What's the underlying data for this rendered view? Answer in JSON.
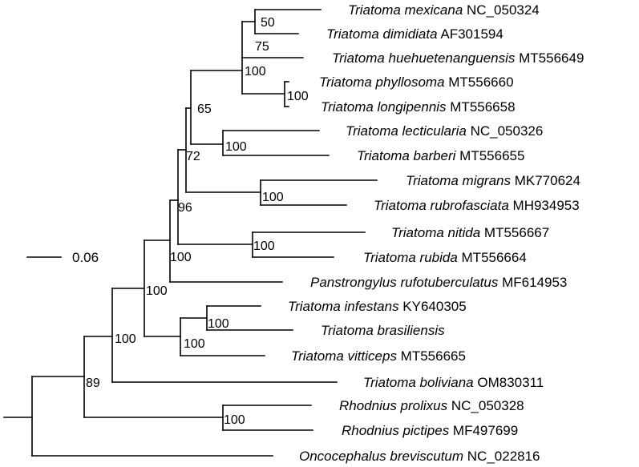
{
  "taxa": [
    {
      "species": "Triatoma mexicana",
      "accession": "NC_050324"
    },
    {
      "species": "Triatoma dimidiata",
      "accession": "AF301594"
    },
    {
      "species": "Triatoma huehuetenanguensis",
      "accession": "MT556649"
    },
    {
      "species": "Triatoma phyllosoma",
      "accession": "MT556660"
    },
    {
      "species": "Triatoma longipennis",
      "accession": "MT556658"
    },
    {
      "species": "Triatoma lecticularia",
      "accession": "NC_050326"
    },
    {
      "species": "Triatoma barberi",
      "accession": "MT556655"
    },
    {
      "species": "Triatoma migrans",
      "accession": "MK770624"
    },
    {
      "species": "Triatoma rubrofasciata",
      "accession": "MH934953"
    },
    {
      "species": "Triatoma nitida",
      "accession": "MT556667"
    },
    {
      "species": "Triatoma rubida",
      "accession": "MT556664"
    },
    {
      "species": "Panstrongylus rufotuberculatus",
      "accession": "MF614953"
    },
    {
      "species": "Triatoma infestans",
      "accession": "KY640305"
    },
    {
      "species": "Triatoma brasiliensis",
      "accession": ""
    },
    {
      "species": "Triatoma vitticeps",
      "accession": "MT556665"
    },
    {
      "species": "Triatoma boliviana",
      "accession": "OM830311"
    },
    {
      "species": "Rhodnius prolixus",
      "accession": "NC_050328"
    },
    {
      "species": "Rhodnius pictipes",
      "accession": "MF497699"
    },
    {
      "species": "Oncocephalus breviscutum",
      "accession": "NC_022816"
    }
  ],
  "support_values": [
    "50",
    "75",
    "100",
    "100",
    "65",
    "100",
    "72",
    "100",
    "96",
    "100",
    "100",
    "100",
    "100",
    "100",
    "100",
    "89",
    "100"
  ],
  "scale_bar": {
    "label": "0.06"
  }
}
